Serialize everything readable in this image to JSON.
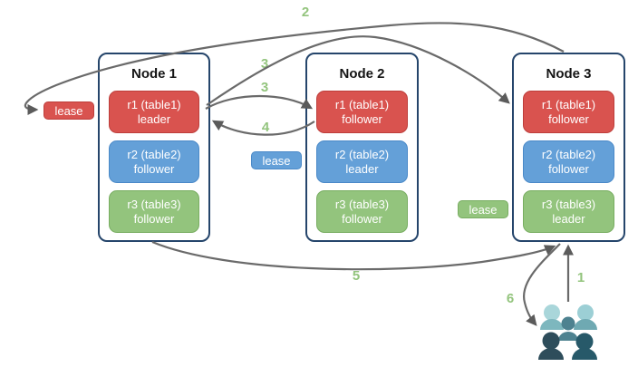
{
  "nodes": [
    {
      "title": "Node 1",
      "replicas": [
        {
          "label": "r1 (table1)",
          "role": "leader",
          "color": "red"
        },
        {
          "label": "r2 (table2)",
          "role": "follower",
          "color": "blue"
        },
        {
          "label": "r3 (table3)",
          "role": "follower",
          "color": "green"
        }
      ]
    },
    {
      "title": "Node 2",
      "replicas": [
        {
          "label": "r1 (table1)",
          "role": "follower",
          "color": "red"
        },
        {
          "label": "r2 (table2)",
          "role": "leader",
          "color": "blue"
        },
        {
          "label": "r3 (table3)",
          "role": "follower",
          "color": "green"
        }
      ]
    },
    {
      "title": "Node 3",
      "replicas": [
        {
          "label": "r1 (table1)",
          "role": "follower",
          "color": "red"
        },
        {
          "label": "r2 (table2)",
          "role": "follower",
          "color": "blue"
        },
        {
          "label": "r3 (table3)",
          "role": "leader",
          "color": "green"
        }
      ]
    }
  ],
  "leases": [
    {
      "label": "lease",
      "color": "red"
    },
    {
      "label": "lease",
      "color": "blue"
    },
    {
      "label": "lease",
      "color": "green"
    }
  ],
  "steps": [
    {
      "label": "1"
    },
    {
      "label": "2"
    },
    {
      "label": "3"
    },
    {
      "label": "3"
    },
    {
      "label": "4"
    },
    {
      "label": "5"
    },
    {
      "label": "6"
    }
  ],
  "icons": {
    "users": "users-group-icon"
  },
  "colors": {
    "replica_red": "#d9534f",
    "replica_blue": "#64a0d8",
    "replica_green": "#93c47d",
    "node_border": "#25456b",
    "arrow": "#6a6a6a",
    "step_label": "#93c47d",
    "users_light_teal": "#a9d6da",
    "users_teal": "#6fa9b2",
    "users_mid_teal": "#4e8290",
    "users_dark_navy": "#2e4d5b"
  }
}
